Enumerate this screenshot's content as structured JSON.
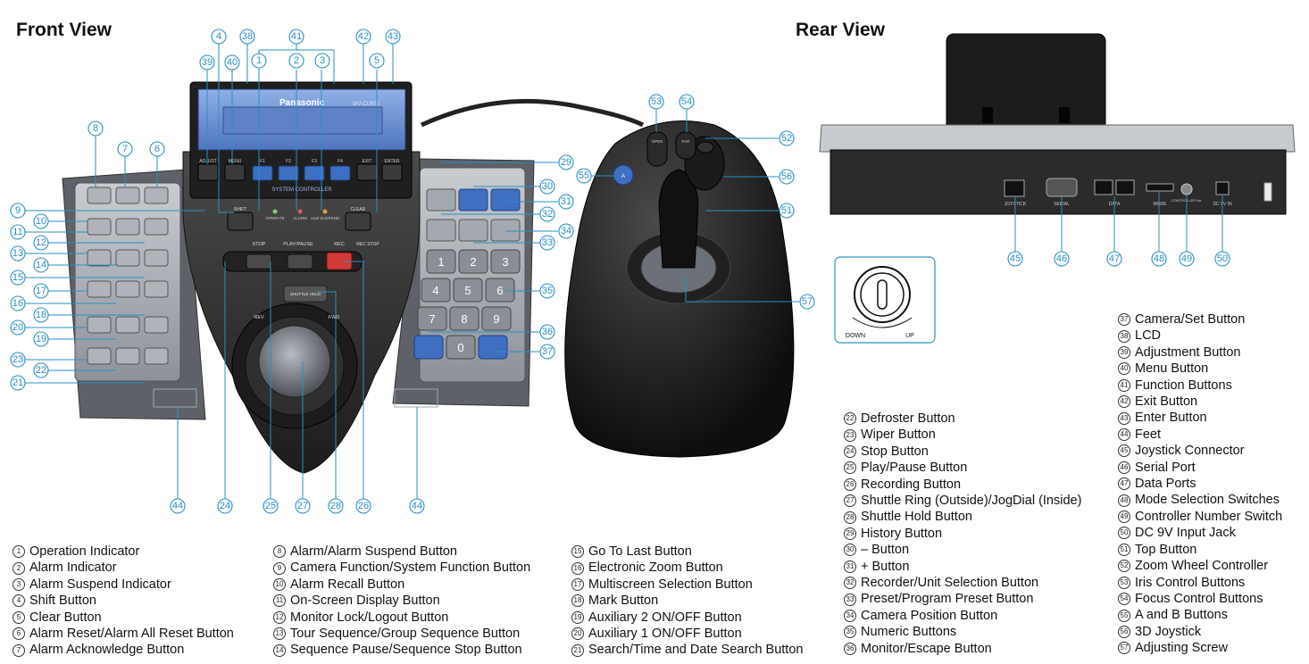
{
  "titles": {
    "front": "Front View",
    "rear": "Rear View"
  },
  "device_labels": {
    "lcd_brand": "Panasonic",
    "lcd_model": "WV-CU950",
    "system_controller": "SYSTEM CONTROLLER",
    "joystick_buttons": {
      "a": "A",
      "open": "OPEN",
      "far": "FAR"
    },
    "transport": {
      "stop": "STOP",
      "play_pause": "PLAY/PAUSE",
      "rec": "REC",
      "rec_stop": "REC STOP",
      "rev": "REV",
      "fwd": "FWD",
      "shuttle_hold": "SHUTTLE HOLD"
    },
    "panel_buttons": {
      "shift": "SHIFT",
      "clear": "CLEAR",
      "operate": "OPERATE",
      "alarm": "ALARM",
      "alm_suspend": "ALM SUSPEND",
      "adjust": "ADJUST",
      "menu": "MENU",
      "f1": "F1",
      "f2": "F2",
      "f3": "F3",
      "f4": "F4",
      "exit": "EXIT",
      "enter": "ENTER"
    },
    "keypad": [
      "1",
      "2",
      "3",
      "4",
      "5",
      "6",
      "7",
      "8",
      "9",
      "0"
    ],
    "rear_ports": {
      "joystick": "JOYSTICK",
      "serial": "SERIAL",
      "data": "DATA",
      "mode": "MODE",
      "controller_no": "CONTROLLER No.",
      "dc_in": "DC 9V IN"
    },
    "screw": {
      "down": "DOWN",
      "up": "UP"
    }
  },
  "legend": {
    "col1": [
      {
        "n": "1",
        "label": "Operation Indicator"
      },
      {
        "n": "2",
        "label": "Alarm Indicator"
      },
      {
        "n": "3",
        "label": "Alarm Suspend Indicator"
      },
      {
        "n": "4",
        "label": "Shift Button"
      },
      {
        "n": "5",
        "label": "Clear Button"
      },
      {
        "n": "6",
        "label": "Alarm Reset/Alarm All Reset Button"
      },
      {
        "n": "7",
        "label": "Alarm Acknowledge Button"
      }
    ],
    "col2": [
      {
        "n": "8",
        "label": "Alarm/Alarm Suspend Button"
      },
      {
        "n": "9",
        "label": "Camera Function/System Function Button"
      },
      {
        "n": "10",
        "label": "Alarm Recall Button"
      },
      {
        "n": "11",
        "label": "On-Screen Display Button"
      },
      {
        "n": "12",
        "label": "Monitor Lock/Logout Button"
      },
      {
        "n": "13",
        "label": "Tour Sequence/Group Sequence Button"
      },
      {
        "n": "14",
        "label": "Sequence Pause/Sequence Stop Button"
      }
    ],
    "col3": [
      {
        "n": "15",
        "label": "Go To Last Button"
      },
      {
        "n": "16",
        "label": "Electronic Zoom Button"
      },
      {
        "n": "17",
        "label": "Multiscreen Selection Button"
      },
      {
        "n": "18",
        "label": "Mark Button"
      },
      {
        "n": "19",
        "label": "Auxiliary 2 ON/OFF Button"
      },
      {
        "n": "20",
        "label": "Auxiliary 1 ON/OFF Button"
      },
      {
        "n": "21",
        "label": "Search/Time and Date Search Button"
      }
    ],
    "col4": [
      {
        "n": "22",
        "label": "Defroster Button"
      },
      {
        "n": "23",
        "label": "Wiper Button"
      },
      {
        "n": "24",
        "label": "Stop Button"
      },
      {
        "n": "25",
        "label": "Play/Pause Button"
      },
      {
        "n": "26",
        "label": "Recording Button"
      },
      {
        "n": "27",
        "label": "Shuttle Ring (Outside)/JogDial (Inside)"
      },
      {
        "n": "28",
        "label": "Shuttle Hold Button"
      },
      {
        "n": "29",
        "label": "History Button"
      },
      {
        "n": "30",
        "label": "– Button"
      },
      {
        "n": "31",
        "label": "+ Button"
      },
      {
        "n": "32",
        "label": "Recorder/Unit Selection Button"
      },
      {
        "n": "33",
        "label": "Preset/Program Preset Button"
      },
      {
        "n": "34",
        "label": "Camera Position Button"
      },
      {
        "n": "35",
        "label": "Numeric Buttons"
      },
      {
        "n": "36",
        "label": "Monitor/Escape Button"
      }
    ],
    "col5": [
      {
        "n": "37",
        "label": "Camera/Set Button"
      },
      {
        "n": "38",
        "label": "LCD"
      },
      {
        "n": "39",
        "label": "Adjustment Button"
      },
      {
        "n": "40",
        "label": "Menu Button"
      },
      {
        "n": "41",
        "label": "Function Buttons"
      },
      {
        "n": "42",
        "label": "Exit Button"
      },
      {
        "n": "43",
        "label": "Enter Button"
      },
      {
        "n": "44",
        "label": "Feet"
      },
      {
        "n": "45",
        "label": "Joystick Connector"
      },
      {
        "n": "46",
        "label": "Serial Port"
      },
      {
        "n": "47",
        "label": "Data Ports"
      },
      {
        "n": "48",
        "label": "Mode Selection Switches"
      },
      {
        "n": "49",
        "label": "Controller Number Switch"
      },
      {
        "n": "50",
        "label": "DC 9V Input Jack"
      },
      {
        "n": "51",
        "label": "Top Button"
      },
      {
        "n": "52",
        "label": "Zoom Wheel Controller"
      },
      {
        "n": "53",
        "label": "Iris Control Buttons"
      },
      {
        "n": "54",
        "label": "Focus Control Buttons"
      },
      {
        "n": "55",
        "label": "A and B Buttons"
      },
      {
        "n": "56",
        "label": "3D Joystick"
      },
      {
        "n": "57",
        "label": "Adjusting Screw"
      }
    ]
  },
  "callouts": [
    "1",
    "2",
    "3",
    "4",
    "5",
    "6",
    "7",
    "8",
    "9",
    "10",
    "11",
    "12",
    "13",
    "14",
    "15",
    "16",
    "17",
    "18",
    "19",
    "20",
    "21",
    "22",
    "23",
    "24",
    "25",
    "26",
    "27",
    "28",
    "29",
    "30",
    "31",
    "32",
    "33",
    "34",
    "35",
    "36",
    "37",
    "38",
    "39",
    "40",
    "41",
    "42",
    "43",
    "44",
    "45",
    "46",
    "47",
    "48",
    "49",
    "50",
    "51",
    "52",
    "53",
    "54",
    "55",
    "56",
    "57"
  ],
  "colors": {
    "callout": "#2a8fc4",
    "lcd": "#6a8fd0",
    "lcd_dark": "#2a3f7a",
    "body_dark": "#2a2a2a",
    "body_mid": "#5a5a5a",
    "key_grey": "#9aa0a8",
    "key_blue": "#3f6fc0",
    "rec_red": "#d23a3a"
  }
}
